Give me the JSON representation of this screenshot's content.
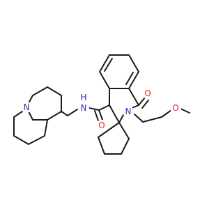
{
  "molecule": {
    "atoms": {
      "amide_n": {
        "text": "N",
        "color": "#2d2db4"
      },
      "amide_o": {
        "text": "O",
        "color": "#d42a2a"
      },
      "ring_n": {
        "text": "N",
        "color": "#2d2db4"
      },
      "keto_o": {
        "text": "O",
        "color": "#d42a2a"
      },
      "ether_o": {
        "text": "O",
        "color": "#d42a2a"
      },
      "quin_n": {
        "text": "N",
        "color": "#2d2db4"
      }
    },
    "bond_color": "#1a1a1a"
  }
}
